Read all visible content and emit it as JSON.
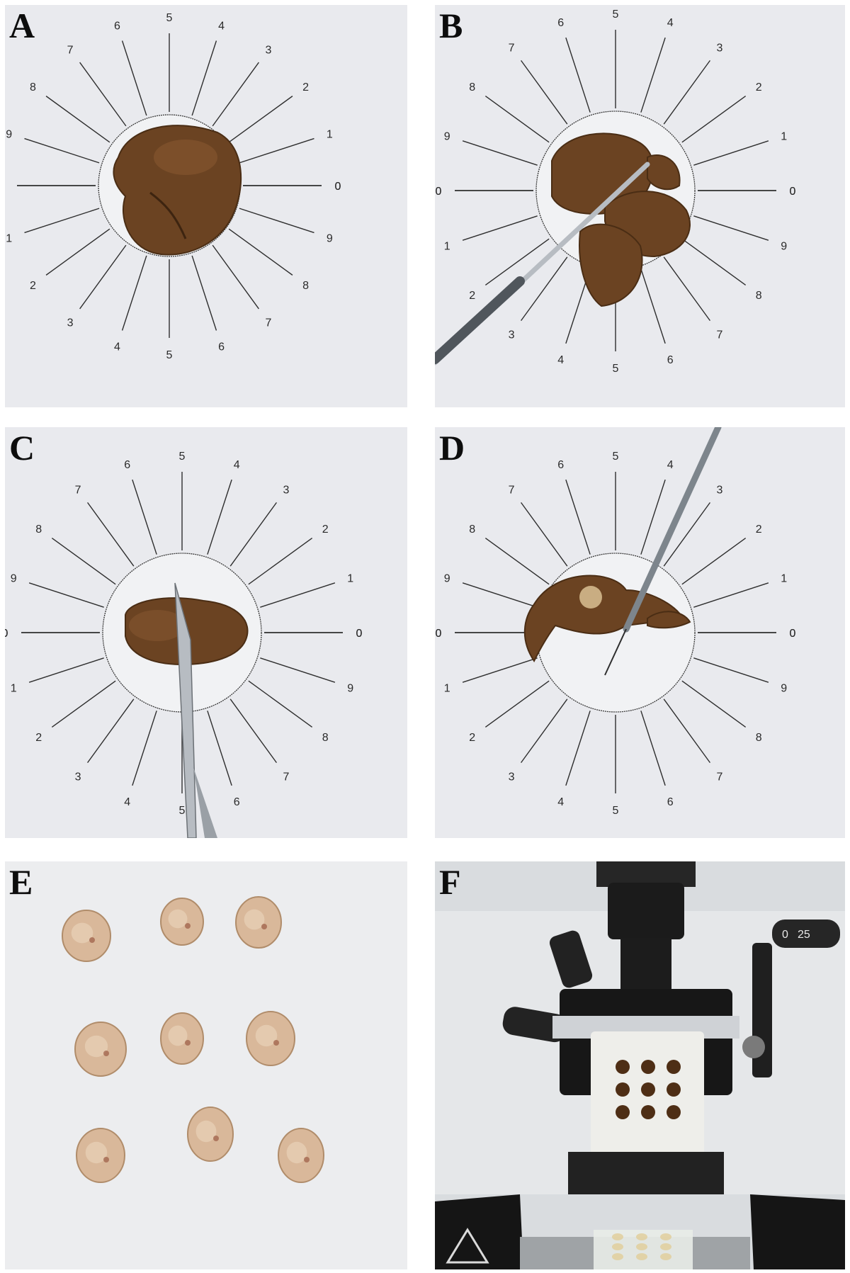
{
  "panels": [
    {
      "id": "A",
      "label": "A",
      "kind": "clock-sheet",
      "content": "whole-organ"
    },
    {
      "id": "B",
      "label": "B",
      "kind": "clock-sheet",
      "content": "organ-cut-lateral"
    },
    {
      "id": "C",
      "label": "C",
      "kind": "clock-sheet",
      "content": "organ-cut-vertical"
    },
    {
      "id": "D",
      "label": "D",
      "kind": "clock-sheet",
      "content": "organ-cut-needle"
    },
    {
      "id": "E",
      "label": "E",
      "kind": "tissue-pieces",
      "content": "nine-tissue-samples"
    },
    {
      "id": "F",
      "label": "F",
      "kind": "microtome",
      "content": "embedded-block",
      "dial_reading": "25",
      "dial_left": "0"
    }
  ],
  "dial_numbers": {
    "upper": [
      "0",
      "9",
      "8",
      "7",
      "6",
      "5",
      "4",
      "3",
      "2",
      "1",
      "0"
    ],
    "lower": [
      "0",
      "1",
      "2",
      "3",
      "4",
      "5",
      "6",
      "7",
      "8",
      "9",
      "0"
    ]
  },
  "colors": {
    "paper": "#e9eaee",
    "organ": "#6b4322",
    "organ_light": "#8a5a32",
    "tissue": "#d9b89a",
    "tissue_spot": "#9b5b45",
    "steel": "#b7bcc2",
    "machine": "#1e1e1e",
    "machine_light": "#e6e8ea"
  }
}
